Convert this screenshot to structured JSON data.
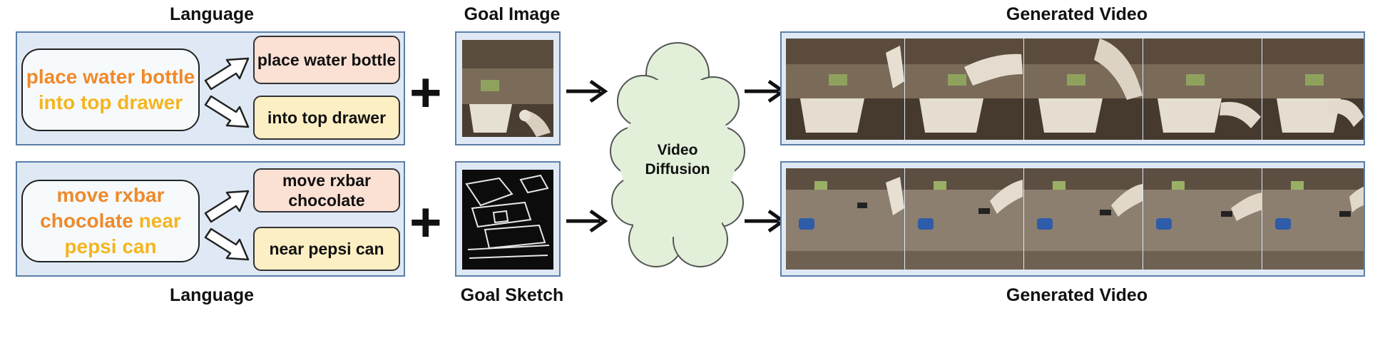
{
  "headings": {
    "language_top": "Language",
    "goal_image": "Goal Image",
    "generated_video_top": "Generated Video",
    "language_bottom": "Language",
    "goal_sketch": "Goal Sketch",
    "generated_video_bottom": "Generated Video"
  },
  "row1": {
    "instruction": {
      "part1": "place water bottle",
      "part2": "into top drawer"
    },
    "sub_tasks": [
      "place water bottle",
      "into top drawer"
    ]
  },
  "row2": {
    "instruction": {
      "part1": "move rxbar chocolate",
      "part2": "near pepsi can"
    },
    "sub_tasks": [
      "move rxbar chocolate",
      "near pepsi can"
    ]
  },
  "plus_sign": "+",
  "model": {
    "line1": "Video",
    "line2": "Diffusion"
  },
  "colors": {
    "panel_fill": "#dfe9f5",
    "panel_border": "#5b7fa6",
    "instruction_part1": "#ef8a2a",
    "instruction_part2": "#f4b521",
    "sub_task_1_fill": "#fbe0d4",
    "sub_task_2_fill": "#fdefc4",
    "cloud_fill": "#e2f0d9"
  }
}
